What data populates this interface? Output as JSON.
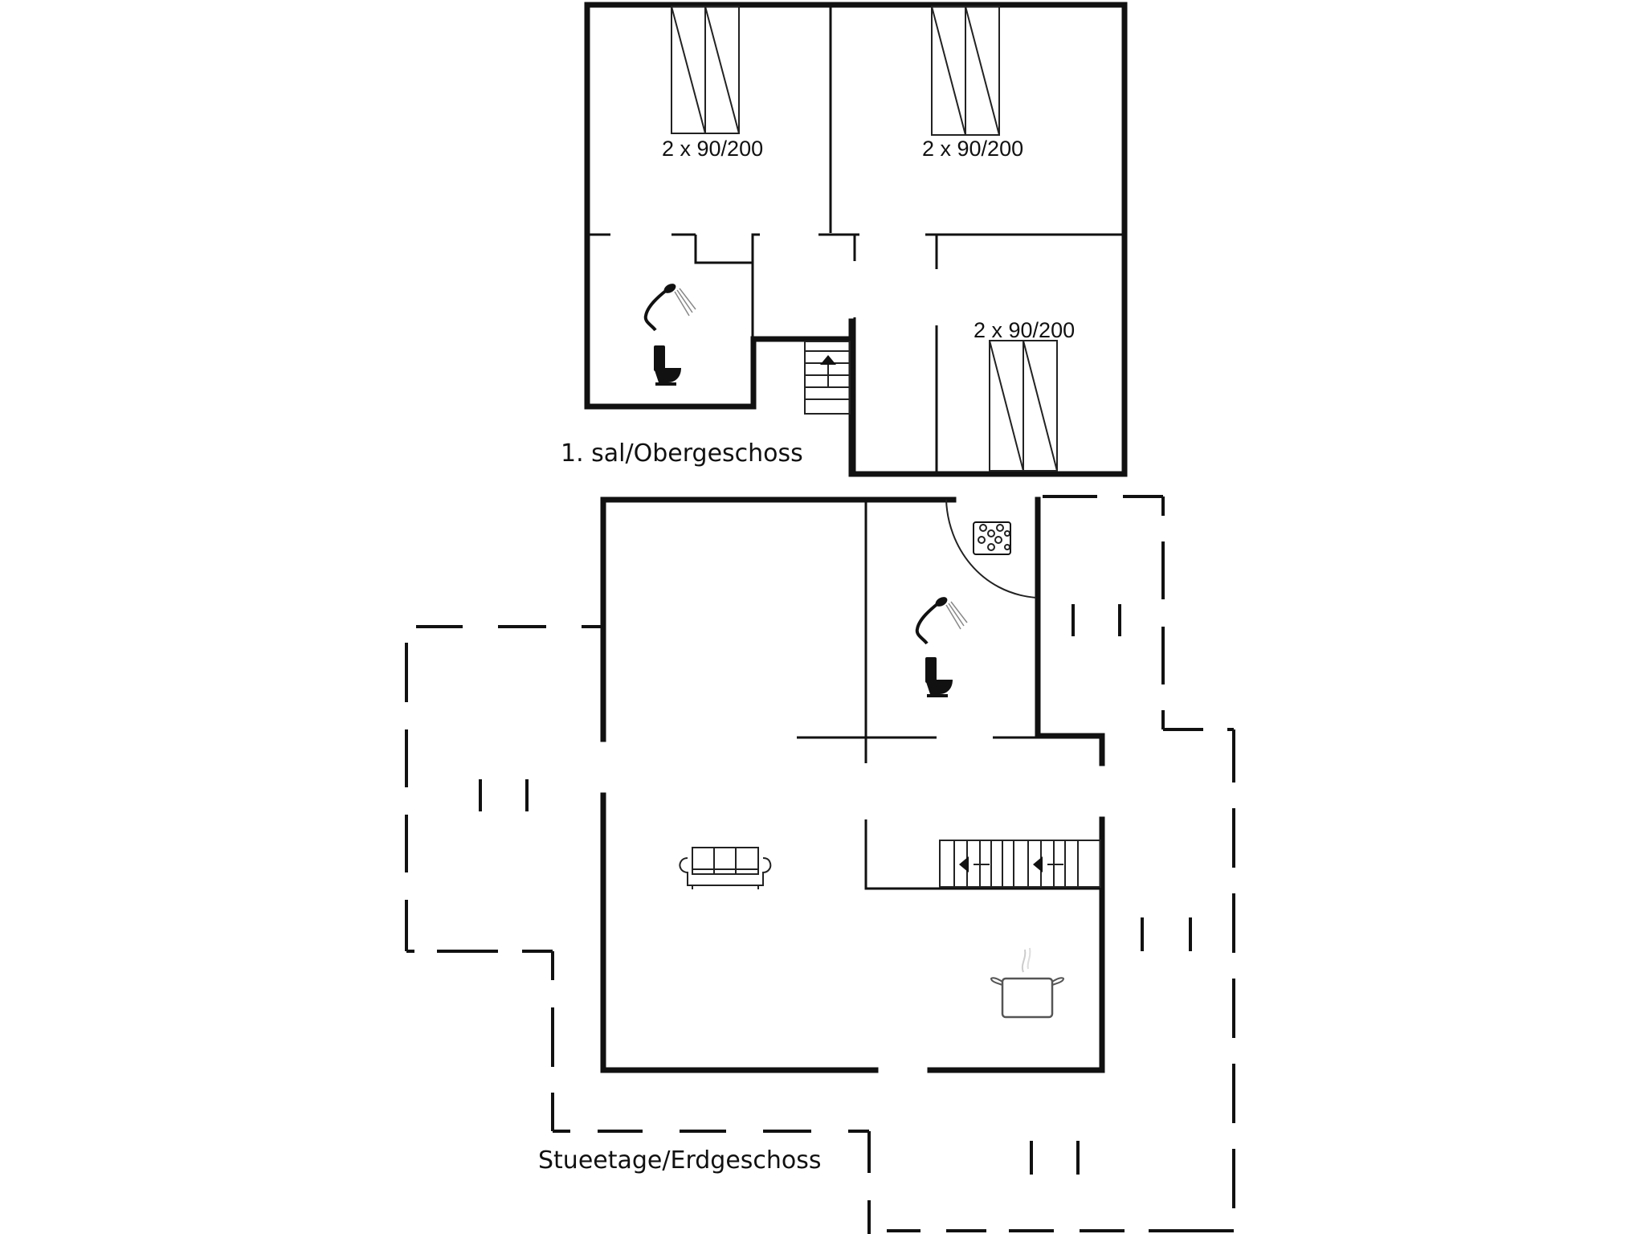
{
  "floors": [
    {
      "id": "upper",
      "label": "1. sal/Obergeschoss",
      "rooms": [
        {
          "type": "bedroom",
          "bed_label": "2 x 90/200"
        },
        {
          "type": "bedroom",
          "bed_label": "2 x 90/200"
        },
        {
          "type": "bedroom",
          "bed_label": "2 x 90/200"
        },
        {
          "type": "bathroom",
          "fixtures": [
            "shower",
            "toilet"
          ]
        },
        {
          "type": "stair",
          "direction": "up"
        }
      ]
    },
    {
      "id": "ground",
      "label": "Stueetage/Erdgeschoss",
      "rooms": [
        {
          "type": "living-room",
          "fixtures": [
            "sofa"
          ]
        },
        {
          "type": "bathroom",
          "fixtures": [
            "whirlpool",
            "shower",
            "toilet"
          ]
        },
        {
          "type": "kitchen",
          "fixtures": [
            "cooking-pot"
          ]
        },
        {
          "type": "stair",
          "direction": "left"
        },
        {
          "type": "terrace",
          "count": 3
        }
      ]
    }
  ],
  "colors": {
    "line": "#111111",
    "background": "#ffffff"
  }
}
